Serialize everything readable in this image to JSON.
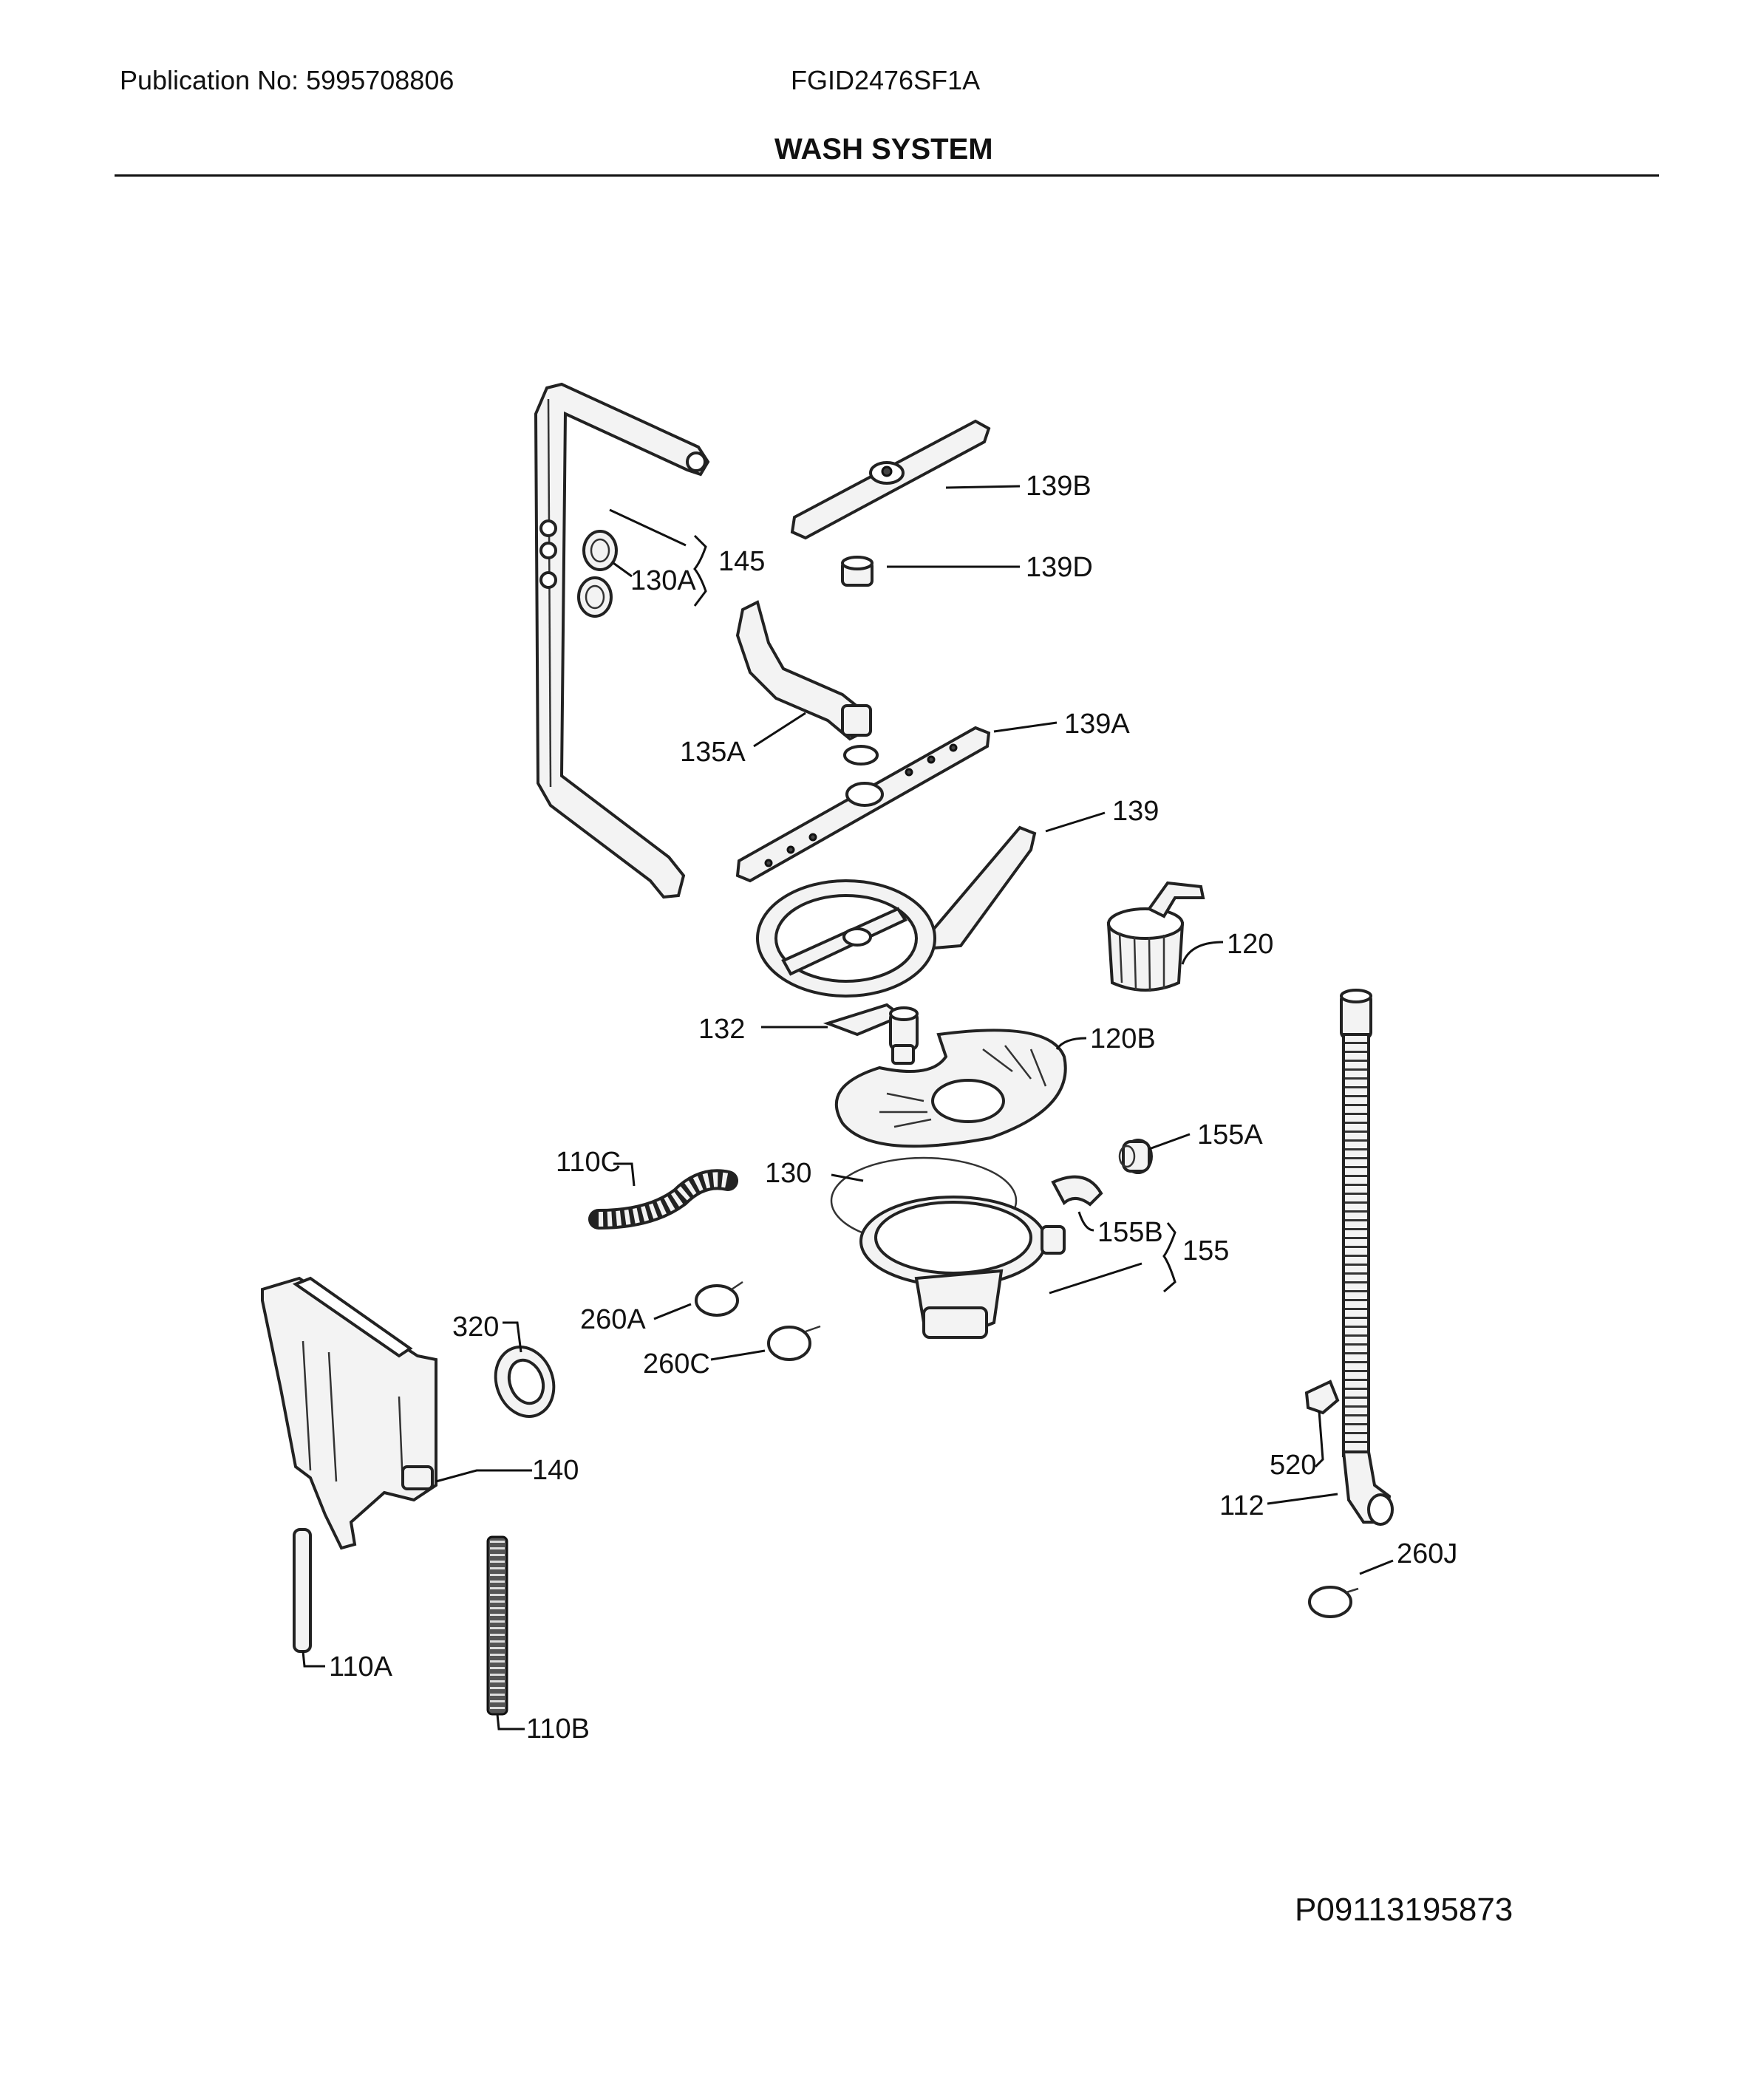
{
  "header": {
    "publication": "Publication No: 5995708806",
    "model": "FGID2476SF1A",
    "section_title": "WASH SYSTEM"
  },
  "footer": {
    "diagram_code": "P09113195873"
  },
  "labels": {
    "l139B": "139B",
    "l139D": "139D",
    "l145": "145",
    "l130A": "130A",
    "l135A": "135A",
    "l139A": "139A",
    "l139": "139",
    "l120": "120",
    "l132": "132",
    "l120B": "120B",
    "l155A": "155A",
    "l110C": "110C",
    "l130": "130",
    "l155B": "155B",
    "l155": "155",
    "l320": "320",
    "l260A": "260A",
    "l260C": "260C",
    "l140": "140",
    "l520": "520",
    "l112": "112",
    "l260J": "260J",
    "l110A": "110A",
    "l110B": "110B"
  }
}
